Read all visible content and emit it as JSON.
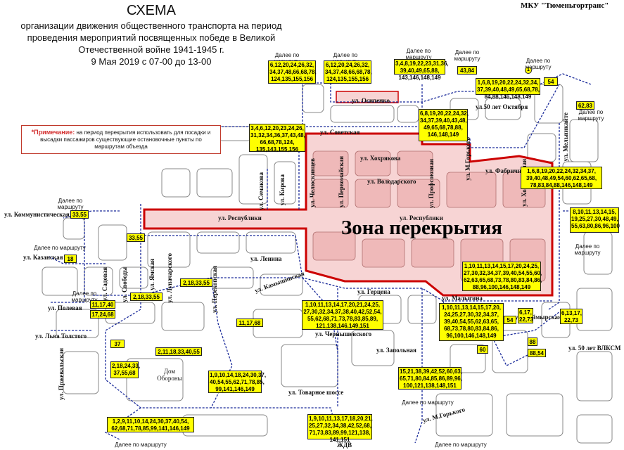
{
  "header": {
    "title": "СХЕМА",
    "lines": [
      "организации движения общественного транспорта на период",
      "проведения мероприятий посвященных победе в Великой",
      "Отечественной войне 1941-1945 г.",
      "9 Мая 2019 с 07-00 до 13-00"
    ],
    "organization": "МКУ \"Тюменьгортранс\""
  },
  "note": {
    "label": "*Примечание:",
    "text": "на период перекрытия использовать для посадки и высадки пассажиров существующие остановочные пункты по маршрутам объезда"
  },
  "zone_label": "Зона перекрытия",
  "colors": {
    "zone_fill": "#f7d4d4",
    "zone_border": "#cc0000",
    "route_box": "#ffff00",
    "route_line": "#1a2a9a"
  },
  "streets": {
    "sovetskaya": "ул. Советская",
    "khokhryakova": "ул. Хохрякова",
    "volodarskogo": "ул. Володарского",
    "respubliki_w": "ул. Республики",
    "respubliki_e": "ул. Республики",
    "lenina": "ул. Ленина",
    "gertsena": "ул. Герцена",
    "malygina": "ул. Малыгина",
    "zapolnaya": "ул. Запольная",
    "osipenko": "ул. Осипенко",
    "oktyabrya": "ул.50 лет Октября",
    "fabrichnaya": "ул. Фабричная",
    "kommunisticheskaya": "ул. Коммунистическая",
    "kazanskaya": "ул. Казанская",
    "polevaya": "ул. Полевая",
    "lva_tolstogo": "ул. Льва Толстого",
    "vlksm": "ул. 50 лет ВЛКСМ",
    "tovarnoe": "ул. Товарное шоссе",
    "kirova": "ул. Кирова",
    "semakova": "ул. Семакова",
    "chelyuskintsev": "ул. Челюскинцев",
    "pervomayskaya": "ул. Первомайская",
    "profsoyuznaya": "ул. Профсоюзная",
    "m_gorkogo_n": "ул. М.Горького",
    "kholodilnaya": "ул. Холодильная",
    "melnikayte": "ул. Мельникайте",
    "pervomayskaya2": "ул. Перекопская",
    "kamyshinskaya": "ул. Камышинская",
    "chernyshevskogo": "ул. Чернышевского",
    "taymyrskaya": "ул. Таймырская",
    "lunacharskogo": "ул. Луначарского",
    "yamskaya": "ул. Ямская",
    "svobody": "ул. Свободы",
    "sadovaya": "ул. Садовая",
    "pristanskaya": "ул. Пржевальская",
    "m_gorkogo_s": "ул. М.Горького",
    "zhdv": "ЖДВ",
    "dom_oborony": "Дом Обороны"
  },
  "routes_text": {
    "further": "Далее по маршруту"
  },
  "route_boxes": [
    {
      "id": "b1",
      "text": "6,12,20,24,26,32, 34,37,48,66,68,78, 124,135,155,156"
    },
    {
      "id": "b2",
      "text": "6,12,20,24,26,32, 34,37,48,66,68,78, 124,135,155,156"
    },
    {
      "id": "b3",
      "text": "3,4,8,19,22,23,31,36, 39,40,49,65,88, 143,146,148,149"
    },
    {
      "id": "b4",
      "text": "43,84"
    },
    {
      "id": "b5",
      "text": "1"
    },
    {
      "id": "b6",
      "text": "54"
    },
    {
      "id": "b7",
      "text": "1,6,8,19,20,22,24,32,34, 37,39,40,48,49,65,68,78, 84,88,146,148,149"
    },
    {
      "id": "b8",
      "text": "62,83"
    },
    {
      "id": "b9",
      "text": "6,8,19,20,22,24,32, 34,37,39,40,43,48, 49,65,68,78,88, 146,148,149"
    },
    {
      "id": "b10",
      "text": "3,4,6,12,20,23,24,26, 31,32,34,36,37,43,48, 66,68,78,124, 135,143,155,156"
    },
    {
      "id": "b11",
      "text": "1,6,8,19,20,22,24,32,34,37, 39,40,48,49,54,60,62,65,68, 78,83,84,88,146,148,149"
    },
    {
      "id": "b12",
      "text": "8,10,11,13,14,15, 19,25,27,30,48,49, 55,63,80,86,96,100"
    },
    {
      "id": "b13",
      "text": "33,55"
    },
    {
      "id": "b14",
      "text": "33,55"
    },
    {
      "id": "b15",
      "text": "18"
    },
    {
      "id": "b16",
      "text": "2,18,33,55"
    },
    {
      "id": "b17",
      "text": "2,18,33,55"
    },
    {
      "id": "b18",
      "text": "1,10,11,13,14,15,17,20,24,25, 27,30,32,34,37,39,40,54,55,60, 62,63,65,68,73,78,80,83,84,86, 88,96,100,146,148,149"
    },
    {
      "id": "b19",
      "text": "11,17,40"
    },
    {
      "id": "b20",
      "text": "17,24,68"
    },
    {
      "id": "b21",
      "text": "1,10,11,13,14,17,20,21,24,25, 27,30,32,34,37,38,40,42,52,54, 55,62,68,71,73,78,83,85,89, 121,138,146,149,151"
    },
    {
      "id": "b22",
      "text": "11,17,68"
    },
    {
      "id": "b23",
      "text": "1,10,11,13,14,15,17,20, 24,25,27,30,32,34,37, 39,40,54,55,62,63,65, 68,73,78,80,83,84,86, 96,100,146,148,149"
    },
    {
      "id": "b24",
      "text": "54"
    },
    {
      "id": "b25",
      "text": "6,17, 22,73"
    },
    {
      "id": "b26",
      "text": "6,13,17, 22,73"
    },
    {
      "id": "b27",
      "text": "37"
    },
    {
      "id": "b28",
      "text": "2,11,18,33,40,55"
    },
    {
      "id": "b29",
      "text": "2,18,24,33, 37,55,68"
    },
    {
      "id": "b30",
      "text": "60"
    },
    {
      "id": "b31",
      "text": "88"
    },
    {
      "id": "b32",
      "text": "88,54"
    },
    {
      "id": "b33",
      "text": "1,9,10,14,18,24,30,37, 40,54,55,62,71,78,85, 99,141,146,149"
    },
    {
      "id": "b34",
      "text": "15,21,38,39,42,52,60,63, 65,71,80,84,85,86,89,96, 100,121,138,148,151"
    },
    {
      "id": "b35",
      "text": "1,2,9,11,10,14,24,30,37,40,54, 62,68,71,78,85,99,141,146,149"
    },
    {
      "id": "b36",
      "text": "1,9,10,11,13,17,18,20,21, 25,27,32,34,38,42,52,68, 71,73,83,89,99,121,138, 141,151"
    }
  ]
}
